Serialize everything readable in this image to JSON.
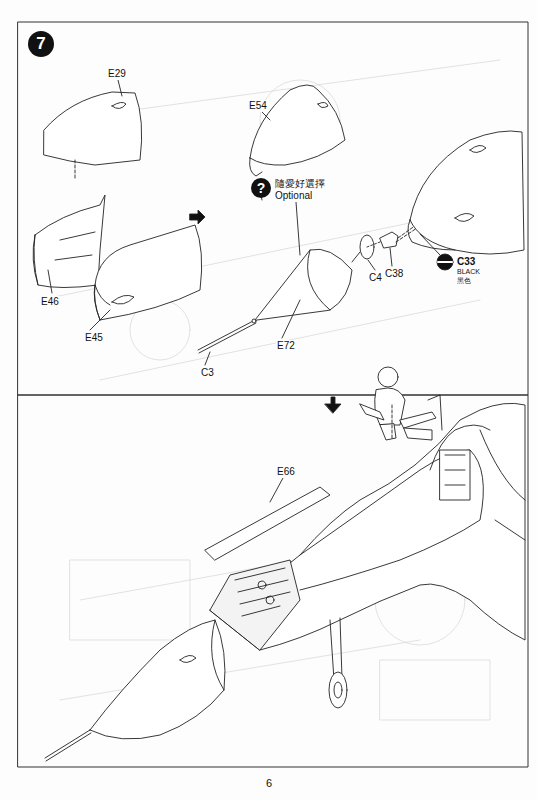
{
  "diagram": {
    "nodes": [
      {
        "text": [
          "7"
        ]
      },
      {
        "text": [
          "?"
        ]
      }
    ],
    "labels": [
      "E29",
      "E54",
      "隨愛好選擇",
      "Optional",
      "E46",
      "E45",
      "C38",
      "C33",
      "BLACK",
      "黑色",
      "C4",
      "E72",
      "C3",
      "E66",
      "6"
    ]
  }
}
